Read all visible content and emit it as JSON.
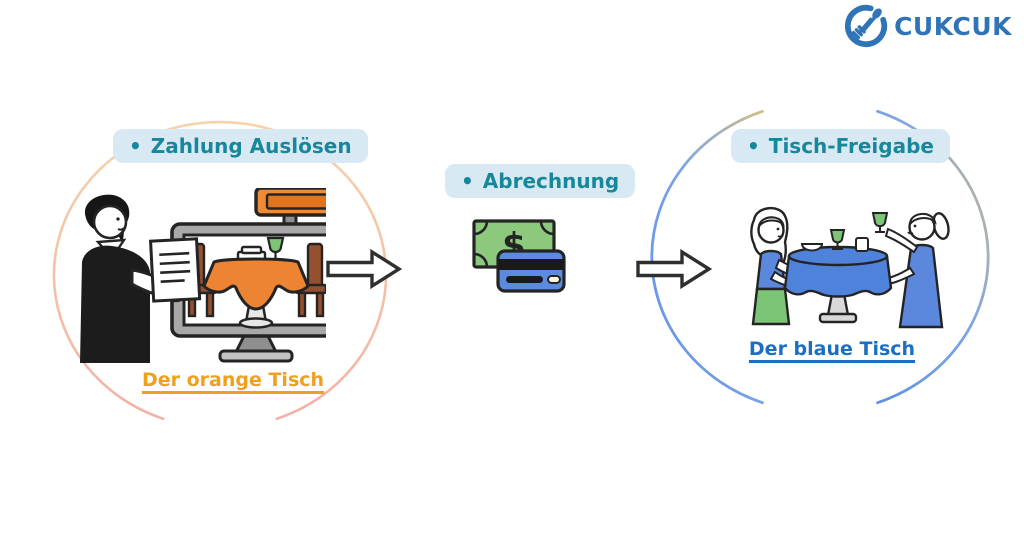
{
  "brand": {
    "name": "CUKCUK",
    "color": "#2e74b6",
    "icon": "fork-spoon-circle-icon"
  },
  "ui": {
    "bullet": "•",
    "background": "#ffffff",
    "pill_background": "#d8e9f4",
    "pill_text_color": "#17879b",
    "arrow_outline_color": "#2f2f2f"
  },
  "steps": [
    {
      "label": "Zahlung Auslösen",
      "caption": "Der orange Tisch",
      "caption_color": "#efa01d",
      "circle_gradient": [
        "#f8d2a8",
        "#f2b1a6"
      ],
      "illustration": "waiter-at-pos-terminal-showing-orange-table"
    },
    {
      "label": "Abrechnung",
      "illustration": "cash-banknote-and-credit-card"
    },
    {
      "label": "Tisch-Freigabe",
      "caption": "Der blaue Tisch",
      "caption_color": "#1b6fc2",
      "circle_gradient": [
        "#d2bd85",
        "#5e92e6"
      ],
      "illustration": "two-guests-at-blue-table"
    }
  ],
  "illustration_colors": {
    "table_orange": "#ec8434",
    "table_blue": "#4f82da",
    "chair_brown": "#94502f",
    "money_green": "#8cc97d",
    "card_blue": "#5a8be0",
    "dress_blue": "#5b87dc",
    "skirt_green": "#7cc576",
    "monitor_gray": "#a8a8a8",
    "display_orange": "#ef8a35"
  }
}
